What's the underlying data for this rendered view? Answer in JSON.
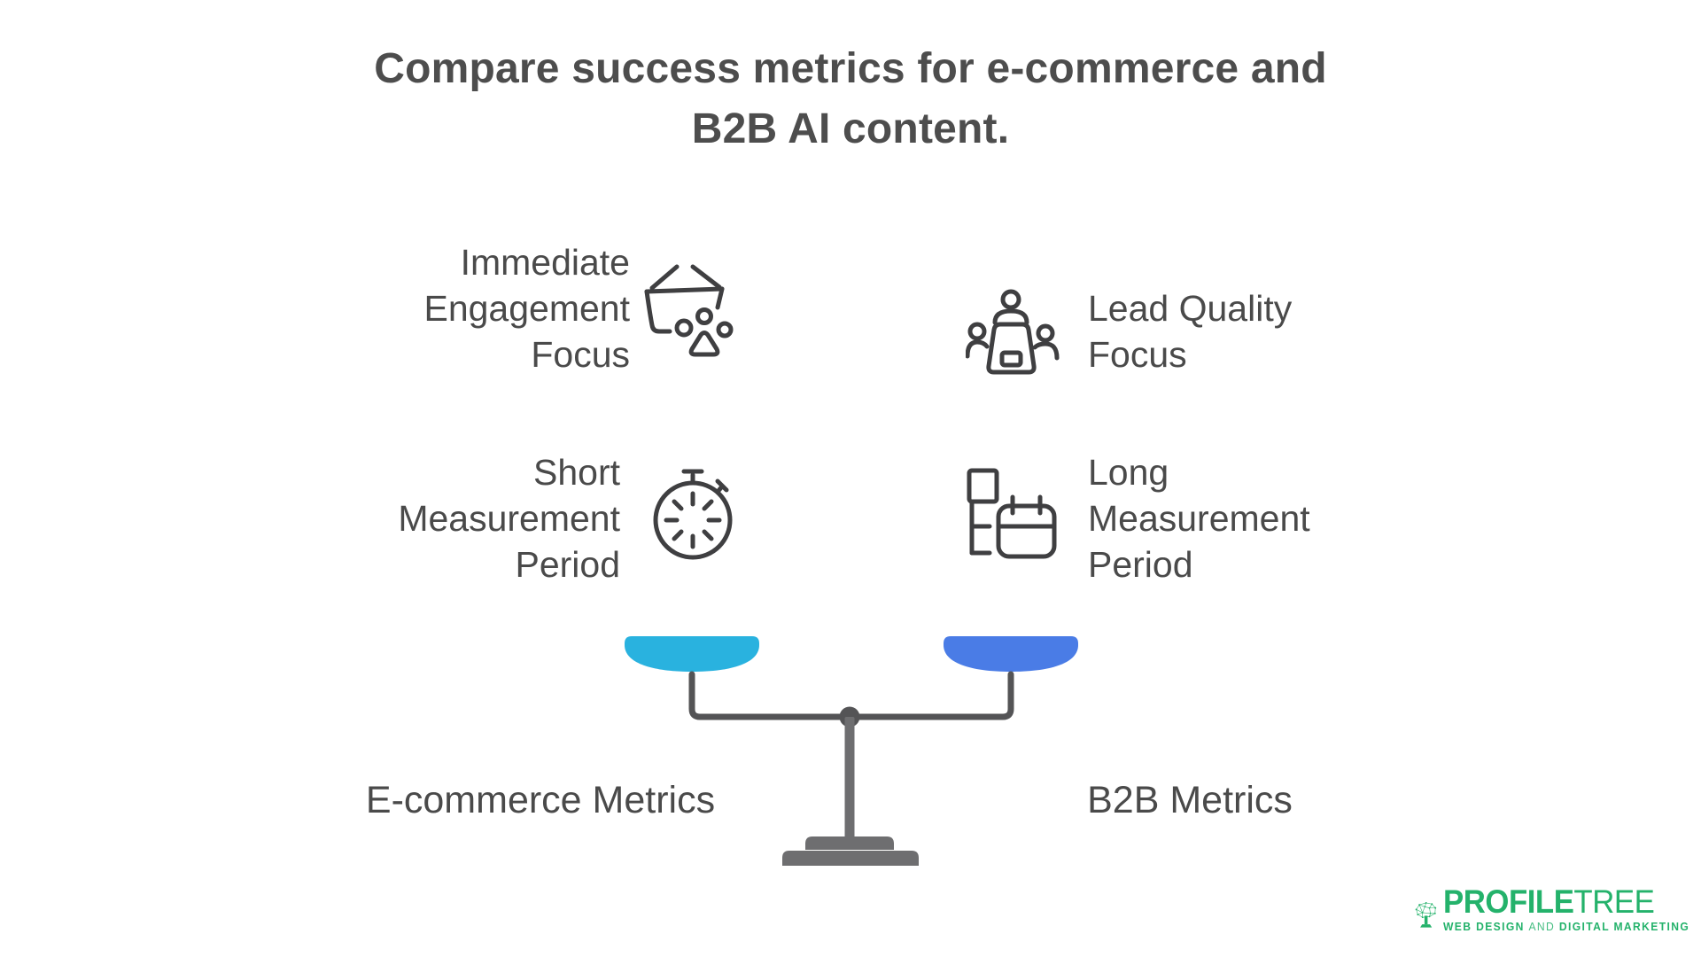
{
  "title": {
    "line1": "Compare success metrics for e-commerce and",
    "line2": "B2B AI content."
  },
  "features": [
    {
      "id": "immediate-engagement",
      "label": "Immediate Engagement Focus",
      "icon": "shopping-basket-icon",
      "side": "left"
    },
    {
      "id": "lead-quality",
      "label": "Lead Quality Focus",
      "icon": "meeting-people-icon",
      "side": "right"
    },
    {
      "id": "short-measurement",
      "label": "Short Measurement Period",
      "icon": "stopwatch-icon",
      "side": "left"
    },
    {
      "id": "long-measurement",
      "label": "Long Measurement Period",
      "icon": "calendar-schedule-icon",
      "side": "right"
    }
  ],
  "scale": {
    "left_label": "E-commerce Metrics",
    "right_label": "B2B Metrics",
    "left_pan_color": "#29b2df",
    "right_pan_color": "#4a7ce6",
    "arm_color": "#545456",
    "stand_color": "#6e6e70"
  },
  "branding": {
    "name_bold": "PROFILE",
    "name_light": "TREE",
    "tagline_bold1": "WEB DESIGN",
    "tagline_light": "AND",
    "tagline_bold2": "DIGITAL MARKETING",
    "green": "#24b26b",
    "icon": "network-tree-icon"
  },
  "colors": {
    "title_text": "#4d4d4d",
    "body_text": "#4a4a4a",
    "icon_stroke": "#3f3f41",
    "background": "#ffffff"
  }
}
